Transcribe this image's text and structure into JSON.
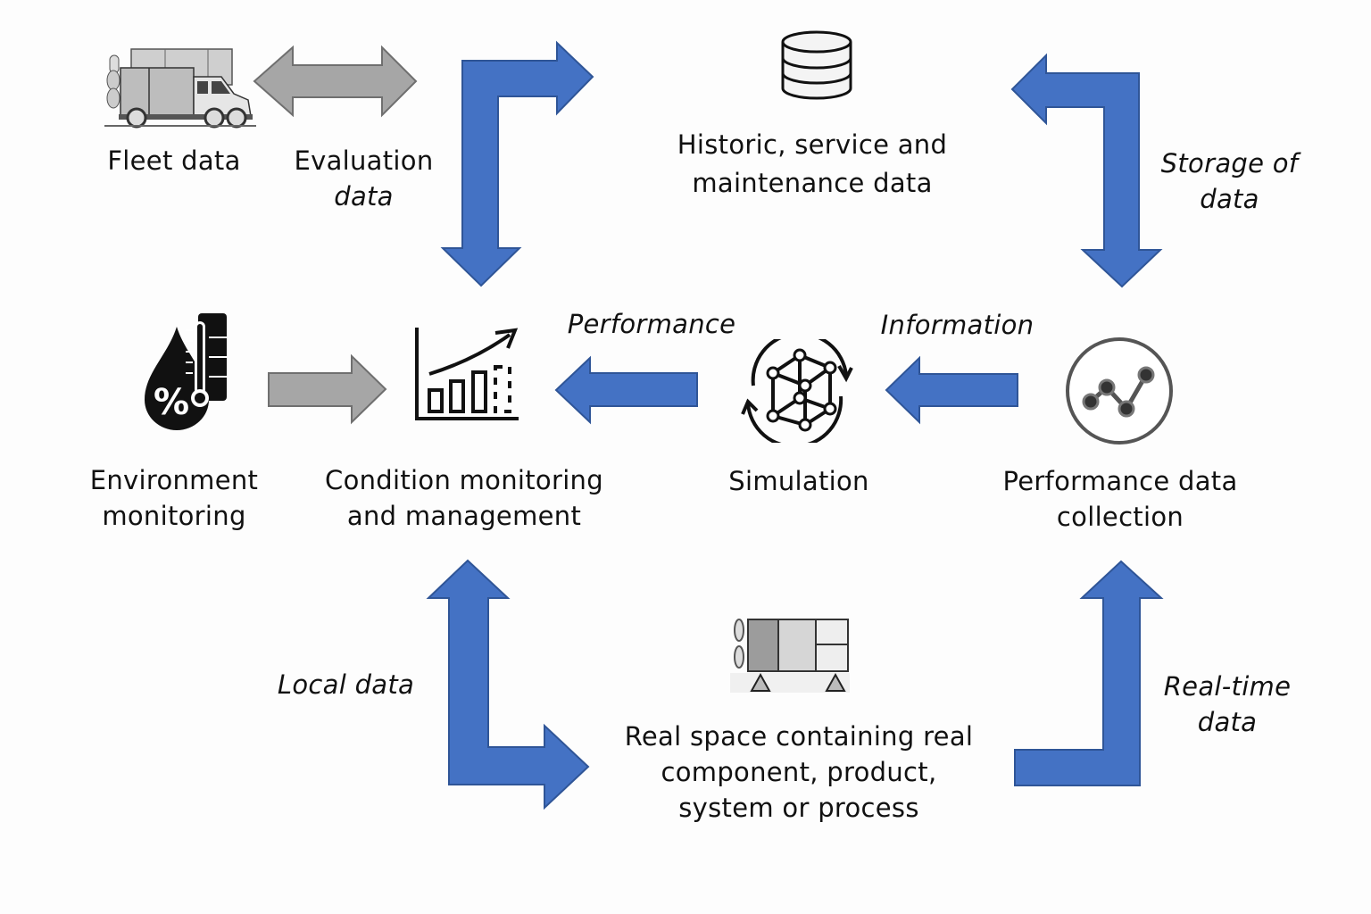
{
  "colors": {
    "blue_arrow_fill": "#4472c4",
    "blue_arrow_stroke": "#2f5597",
    "gray_arrow_fill": "#a6a6a6",
    "gray_arrow_stroke": "#6f6f6f",
    "text": "#111111",
    "background": "#fdfdfd"
  },
  "nodes": {
    "fleet": {
      "label": "Fleet data",
      "icon": "truck-icon"
    },
    "historic": {
      "line1": "Historic, service and",
      "line2": "maintenance data",
      "icon": "database-icon"
    },
    "environment": {
      "line1": "Environment",
      "line2": "monitoring",
      "icon": "humidity-thermometer-icon"
    },
    "condition": {
      "line1": "Condition monitoring",
      "line2": "and management",
      "icon": "growth-chart-icon"
    },
    "simulation": {
      "label": "Simulation",
      "icon": "cube-cycle-icon"
    },
    "performance_collection": {
      "line1": "Performance data",
      "line2": "collection",
      "icon": "line-graph-circle-icon"
    },
    "real_space": {
      "line1": "Real space containing real",
      "line2": "component, product,",
      "line3": "system or process",
      "icon": "machine-block-icon"
    }
  },
  "edges": {
    "evaluation": {
      "line1": "Evaluation",
      "line2": "data",
      "from": "Fleet data",
      "to": "Condition monitoring and management",
      "style": "bidirectional-gray"
    },
    "historic_to_condition": {
      "from": "Historic, service and maintenance data",
      "to": "Condition monitoring and management",
      "style": "bidirectional-elbow-blue"
    },
    "storage": {
      "line1": "Storage of",
      "line2": "data",
      "from": "Performance data collection",
      "to": "Historic, service and maintenance data",
      "style": "bidirectional-elbow-blue"
    },
    "environment_to_condition": {
      "from": "Environment monitoring",
      "to": "Condition monitoring and management",
      "style": "gray"
    },
    "performance": {
      "label": "Performance",
      "from": "Simulation",
      "to": "Condition monitoring and management",
      "style": "blue"
    },
    "information": {
      "label": "Information",
      "from": "Performance data collection",
      "to": "Simulation",
      "style": "blue"
    },
    "local": {
      "label": "Local data",
      "from": "Condition monitoring and management",
      "to": "Real space containing real component, product, system or process",
      "style": "bidirectional-elbow-blue"
    },
    "realtime": {
      "line1": "Real-time",
      "line2": "data",
      "from": "Real space containing real component, product, system or process",
      "to": "Performance data collection",
      "style": "elbow-blue"
    }
  }
}
